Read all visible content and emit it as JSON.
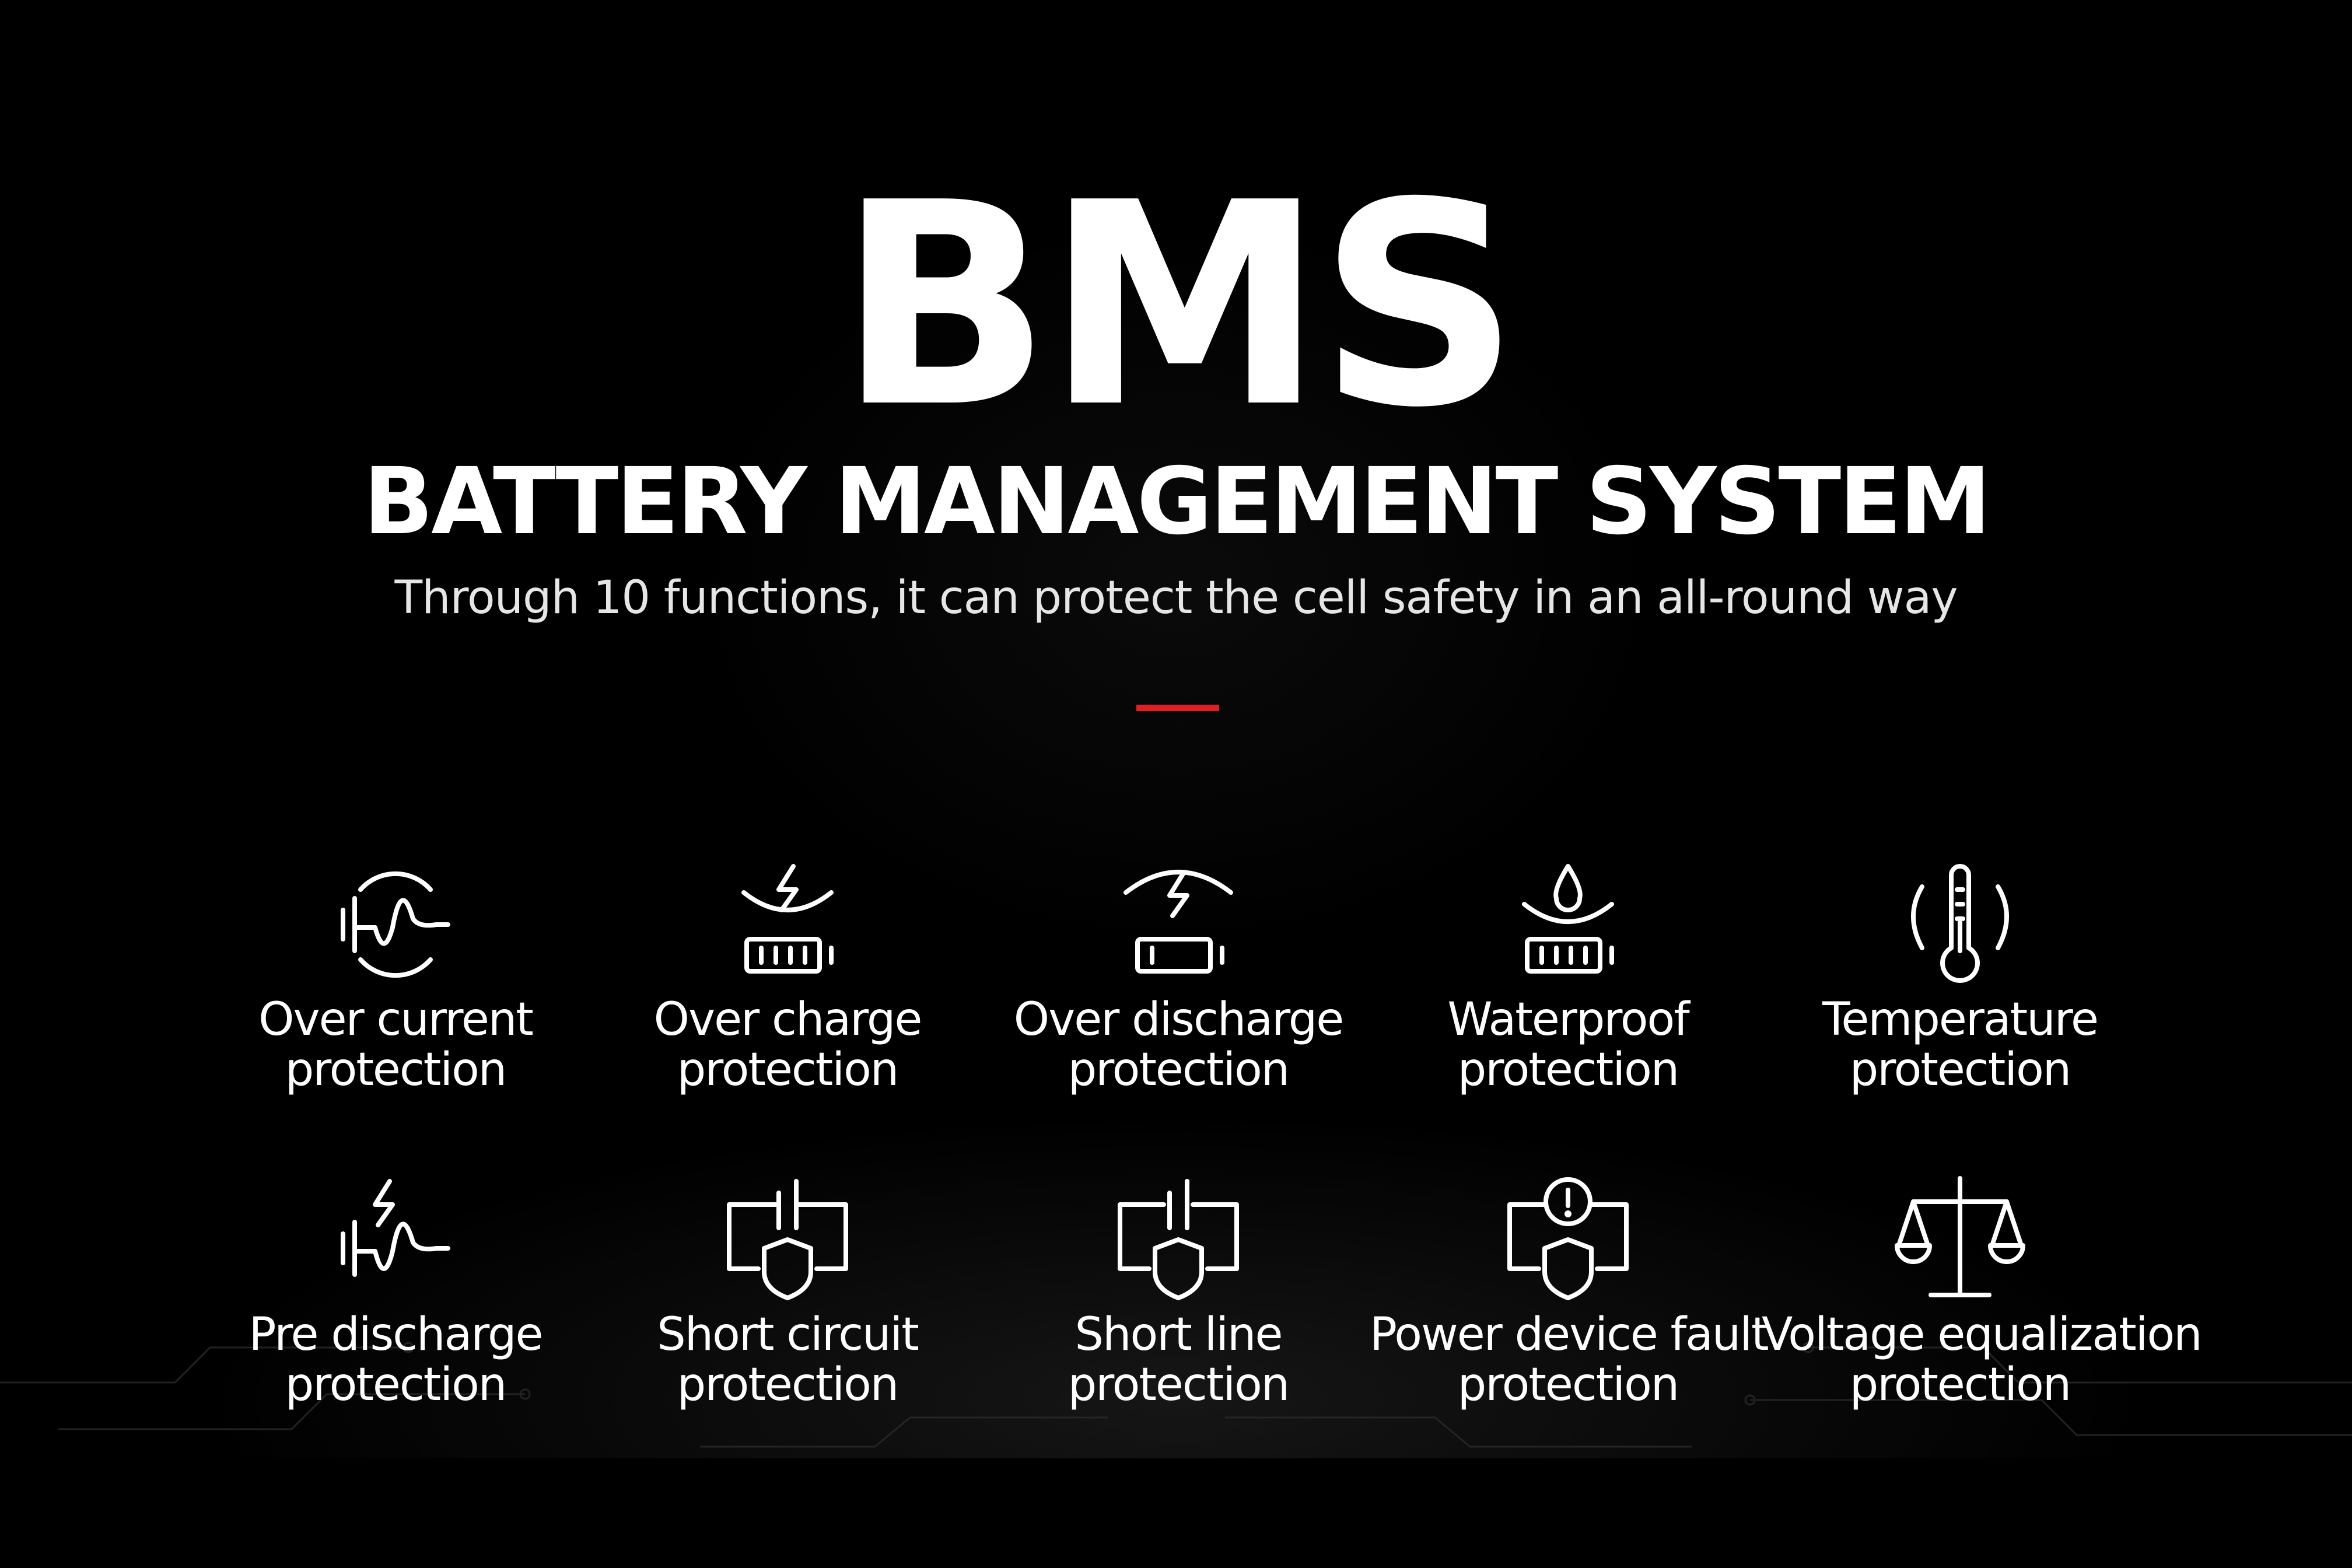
{
  "header": {
    "title": "BMS",
    "subtitle": "BATTERY MANAGEMENT SYSTEM",
    "tagline": "Through 10 functions, it can protect the cell safety in an all-round way"
  },
  "colors": {
    "background": "#000000",
    "text": "#ffffff",
    "accent": "#e01e25"
  },
  "features": [
    {
      "icon": "over-current-icon",
      "line1": "Over current",
      "line2": "protection"
    },
    {
      "icon": "over-charge-icon",
      "line1": "Over charge",
      "line2": "protection"
    },
    {
      "icon": "over-discharge-icon",
      "line1": "Over discharge",
      "line2": "protection"
    },
    {
      "icon": "waterproof-icon",
      "line1": "Waterproof",
      "line2": "protection"
    },
    {
      "icon": "thermometer-icon",
      "line1": "Temperature",
      "line2": "protection"
    },
    {
      "icon": "pre-discharge-icon",
      "line1": "Pre discharge",
      "line2": "protection"
    },
    {
      "icon": "short-circuit-icon",
      "line1": "Short circuit",
      "line2": "protection"
    },
    {
      "icon": "short-line-icon",
      "line1": "Short line",
      "line2": "protection"
    },
    {
      "icon": "power-device-fault-icon",
      "line1": "Power device fault",
      "line2": "protection"
    },
    {
      "icon": "balance-scale-icon",
      "line1": "Voltage equalization",
      "line2": "protection"
    }
  ]
}
